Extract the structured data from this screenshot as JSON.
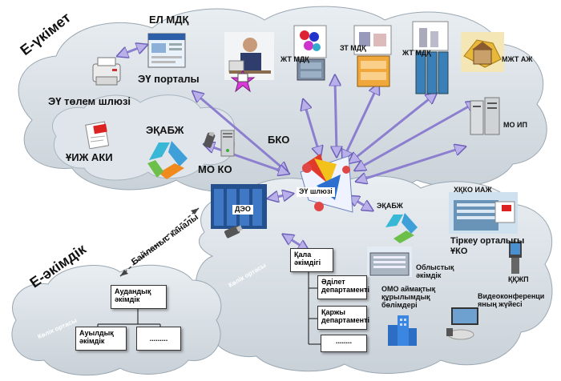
{
  "labels": {
    "e_ukimet": "Е-үкімет",
    "e_akimdik": "Е-әкімдік",
    "el_mdk": "ЕЛ МДҚ",
    "eu_portaly": "ЭҮ порталы",
    "eu_tolem_shlyuzi": "ЭҮ төлем шлюзі",
    "uizh_aki": "ҰИЖ АКИ",
    "ekabzh_top": "ЭҚАБЖ",
    "mo_ko": "МО КО",
    "bko": "БКО",
    "zht_mdk_1": "ЖТ МДҚ",
    "zt_mdk": "ЗТ МДҚ",
    "zht_mdk_2": "ЖТ МДҚ",
    "mzht_azh": "МЖТ АЖ",
    "mo_ip": "МО ИП",
    "eu_shlyuzi": "ЭҮ шлюзі",
    "deo": "ДЭО",
    "ekabzh_right": "ЭҚАБЖ",
    "khkko_iazh": "ХҚКО ИАЖ",
    "tirkeu_ortalygy": "Тіркеу орталығы",
    "uko": "ҰКО",
    "kkzhp": "ҚҚЖП",
    "oblystyk_akimdik": "Облыстық\nәкімдік",
    "omo": "ОМО аймақтық\nқұрылымдық\nбөлімдері",
    "videoconf": "Видеоконференци\nяның жүйесі",
    "baylanys_kanaly": "Байланыс каналы",
    "kolik_ortasy_1": "Көлік ортасы",
    "kolik_ortasy_2": "Көлік ортасы",
    "kala_akimdigi": "Қала\nәкімдігі",
    "adilet": "Әділет\nдепартаменті",
    "karzhy": "Қаржы\nдепартаменті",
    "dots_1": "........",
    "audandyk": "Аудандық\nәкімдік",
    "auyldyk": "Ауылдық\nәкімдік",
    "dots_2": "........."
  },
  "colors": {
    "cloud_fill": "#d6dde3",
    "cloud_stroke": "#9aa7b2",
    "arrow": "#8c7fd0",
    "arrow_fill": "#b9b0ea",
    "line": "#333333"
  }
}
